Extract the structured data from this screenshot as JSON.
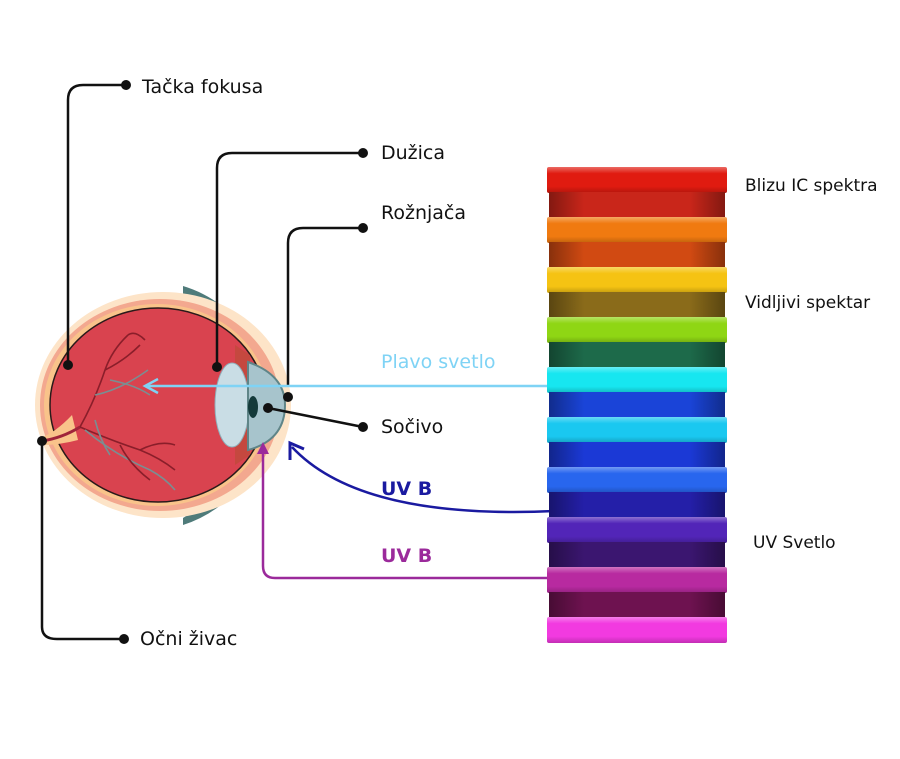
{
  "diagram": {
    "title": "Eye anatomy and light spectrum",
    "eye_labels": {
      "focus_point": "Tačka fokusa",
      "iris": "Dužica",
      "cornea": "Rožnjača",
      "lens": "Sočivo",
      "optic_nerve": "Očni živac"
    },
    "spectrum_labels": {
      "near_ir": "Blizu IC spektra",
      "visible": "Vidljivi spektar",
      "uv": "UV Svetlo"
    },
    "arrows": {
      "blue_light": {
        "label": "Plavo svetlo",
        "color": "#7fd3f5"
      },
      "uvb_1": {
        "label": "UV B",
        "color": "#1a1aa0"
      },
      "uvb_2": {
        "label": "UV B",
        "color": "#9b2a9b"
      }
    },
    "leader_color": "#111111",
    "spectrum_bands": [
      {
        "name": "red",
        "color": "#e01b10"
      },
      {
        "name": "red-dark",
        "color": "#c9261a"
      },
      {
        "name": "orange",
        "color": "#f07a10"
      },
      {
        "name": "orange-dark",
        "color": "#d14a12"
      },
      {
        "name": "yellow",
        "color": "#f5c313"
      },
      {
        "name": "olive",
        "color": "#8a6b1a"
      },
      {
        "name": "green",
        "color": "#8fd614"
      },
      {
        "name": "dark-green",
        "color": "#1d6a4a"
      },
      {
        "name": "cyan",
        "color": "#17e6f0"
      },
      {
        "name": "blue",
        "color": "#1a44d8"
      },
      {
        "name": "light-cyan",
        "color": "#1ac8f0"
      },
      {
        "name": "blue-2",
        "color": "#1b39d6"
      },
      {
        "name": "azure",
        "color": "#2866ee"
      },
      {
        "name": "indigo",
        "color": "#241fa8"
      },
      {
        "name": "violet",
        "color": "#5225b8"
      },
      {
        "name": "dark-violet",
        "color": "#3b1670"
      },
      {
        "name": "magenta",
        "color": "#b82aa0"
      },
      {
        "name": "dark-magenta",
        "color": "#6e1250"
      },
      {
        "name": "pink",
        "color": "#f23ae0"
      }
    ]
  }
}
